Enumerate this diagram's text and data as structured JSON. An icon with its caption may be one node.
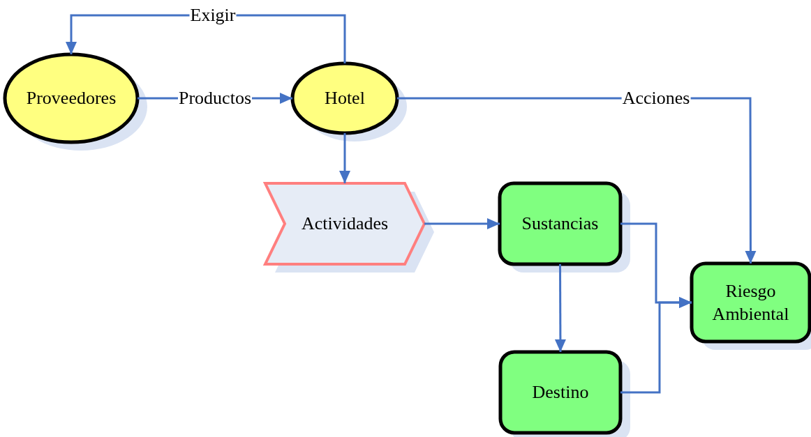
{
  "diagram": {
    "nodes": [
      {
        "text": [
          "Proveedores"
        ]
      },
      {
        "text": [
          "Hotel"
        ]
      },
      {
        "text": [
          "Actividades"
        ]
      },
      {
        "text": [
          "Sustancias"
        ]
      },
      {
        "text": [
          "Riesgo Ambiental"
        ]
      },
      {
        "text": [
          "Destino"
        ]
      }
    ],
    "edges": [
      {
        "from": 1,
        "to": 0,
        "arrow": "to",
        "label": "Exigir"
      },
      {
        "from": 0,
        "to": 1,
        "arrow": "to",
        "label": "Productos"
      },
      {
        "from": 1,
        "to": 4,
        "arrow": "to",
        "label": "Acciones"
      },
      {
        "from": 1,
        "to": 2,
        "arrow": "to"
      },
      {
        "from": 2,
        "to": 3,
        "arrow": "to"
      },
      {
        "from": 3,
        "to": 5,
        "arrow": "to"
      },
      {
        "from": 3,
        "to": 4,
        "arrow": "to"
      },
      {
        "from": 5,
        "to": 4,
        "arrow": "to"
      }
    ]
  }
}
